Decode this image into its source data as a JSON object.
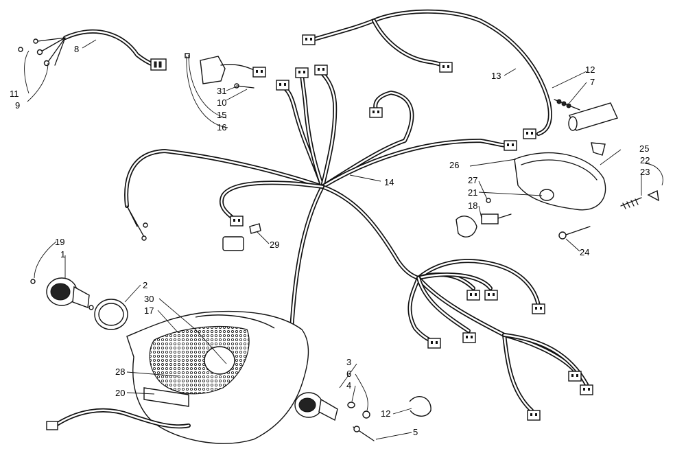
{
  "callouts": [
    {
      "id": "c8",
      "text": "8"
    },
    {
      "id": "c11",
      "text": "11"
    },
    {
      "id": "c9",
      "text": "9"
    },
    {
      "id": "c31",
      "text": "31"
    },
    {
      "id": "c10",
      "text": "10"
    },
    {
      "id": "c15",
      "text": "15"
    },
    {
      "id": "c16",
      "text": "16"
    },
    {
      "id": "c13",
      "text": "13"
    },
    {
      "id": "c12a",
      "text": "12"
    },
    {
      "id": "c7",
      "text": "7"
    },
    {
      "id": "c14",
      "text": "14"
    },
    {
      "id": "c25",
      "text": "25"
    },
    {
      "id": "c26",
      "text": "26"
    },
    {
      "id": "c22",
      "text": "22"
    },
    {
      "id": "c23",
      "text": "23"
    },
    {
      "id": "c27",
      "text": "27"
    },
    {
      "id": "c21",
      "text": "21"
    },
    {
      "id": "c18",
      "text": "18"
    },
    {
      "id": "c24",
      "text": "24"
    },
    {
      "id": "c29",
      "text": "29"
    },
    {
      "id": "c19",
      "text": "19"
    },
    {
      "id": "c1",
      "text": "1"
    },
    {
      "id": "c2",
      "text": "2"
    },
    {
      "id": "c30",
      "text": "30"
    },
    {
      "id": "c17",
      "text": "17"
    },
    {
      "id": "c28",
      "text": "28"
    },
    {
      "id": "c20",
      "text": "20"
    },
    {
      "id": "c3",
      "text": "3"
    },
    {
      "id": "c6",
      "text": "6"
    },
    {
      "id": "c4",
      "text": "4"
    },
    {
      "id": "c12b",
      "text": "12"
    },
    {
      "id": "c5",
      "text": "5"
    }
  ]
}
